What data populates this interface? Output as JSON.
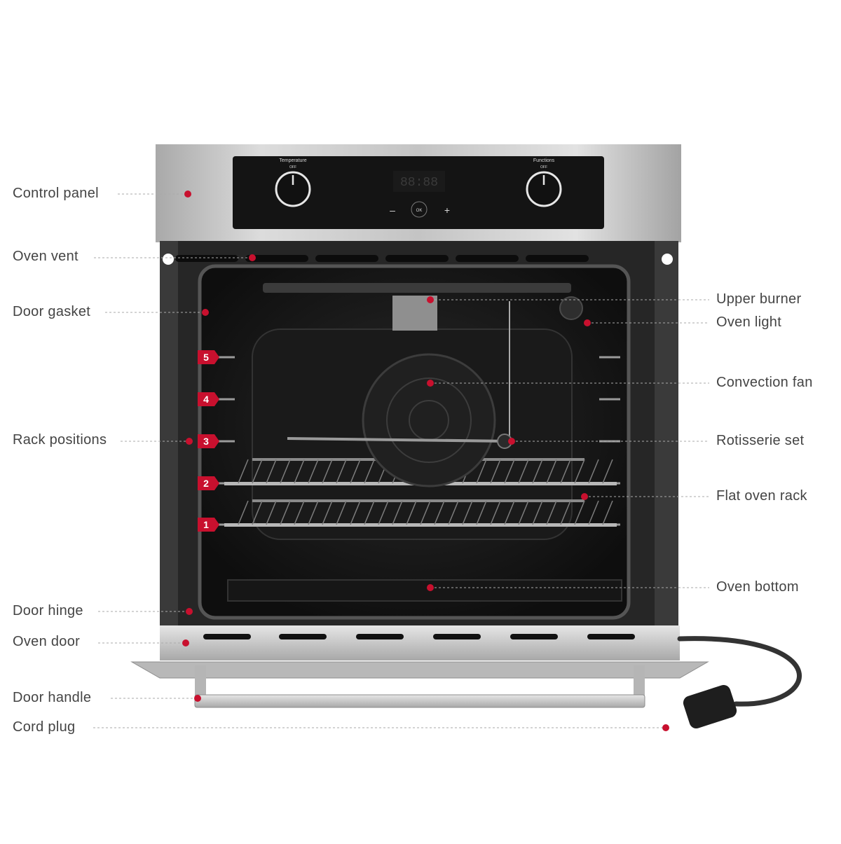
{
  "callouts": {
    "left": [
      {
        "id": "control-panel",
        "label": "Control panel"
      },
      {
        "id": "oven-vent",
        "label": "Oven vent"
      },
      {
        "id": "door-gasket",
        "label": "Door gasket"
      },
      {
        "id": "rack-positions",
        "label": "Rack positions"
      },
      {
        "id": "door-hinge",
        "label": "Door hinge"
      },
      {
        "id": "oven-door",
        "label": "Oven door"
      },
      {
        "id": "door-handle",
        "label": "Door handle"
      },
      {
        "id": "cord-plug",
        "label": "Cord plug"
      }
    ],
    "right": [
      {
        "id": "upper-burner",
        "label": "Upper burner"
      },
      {
        "id": "oven-light",
        "label": "Oven light"
      },
      {
        "id": "convection-fan",
        "label": "Convection fan"
      },
      {
        "id": "rotisserie-set",
        "label": "Rotisserie set"
      },
      {
        "id": "flat-oven-rack",
        "label": "Flat oven rack"
      },
      {
        "id": "oven-bottom",
        "label": "Oven bottom"
      }
    ]
  },
  "rack_levels": [
    "5",
    "4",
    "3",
    "2",
    "1"
  ],
  "control_panel": {
    "left_knob_title": "Temperature",
    "right_knob_title": "Functions",
    "off_label": "OFF",
    "display": "88:88",
    "minus": "–",
    "ok": "OK",
    "plus": "+"
  },
  "colors": {
    "accent": "#c8102e",
    "leader_line": "#aaaaaa",
    "label_text": "#444444",
    "steel": "#c9c9c9",
    "cavity": "#1b1b1b"
  }
}
